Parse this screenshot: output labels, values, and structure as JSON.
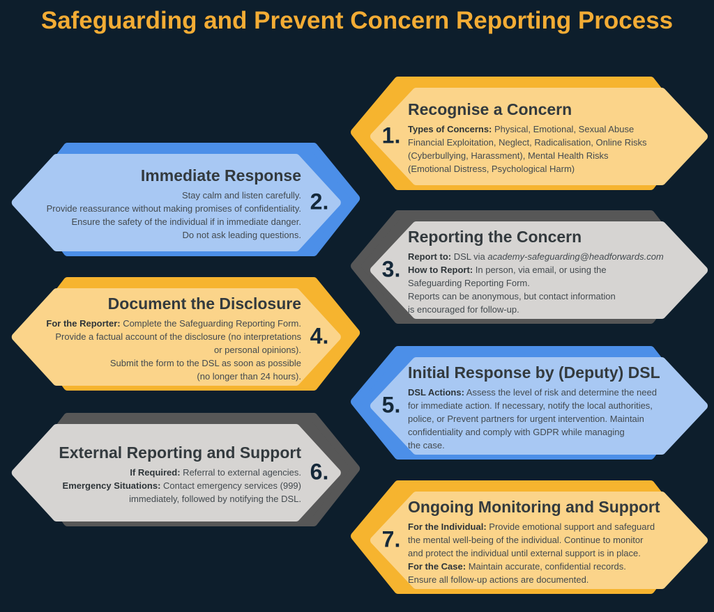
{
  "title": "Safeguarding and Prevent Concern Reporting Process",
  "colors": {
    "background": "#0d1e2c",
    "title_text": "#f3ac35",
    "yellow_back": "#f6b42f",
    "yellow_front": "#fbd48a",
    "blue_back": "#4c8fe8",
    "blue_front": "#a8c8f3",
    "gray_back": "#575757",
    "gray_front": "#d6d4d2",
    "number_text": "#15293a"
  },
  "steps": [
    {
      "number": "1.",
      "title": "Recognise a Concern",
      "color": "yellow",
      "side": "right",
      "body": [
        [
          {
            "t": "Types of Concerns:",
            "b": true
          },
          {
            "t": " Physical, Emotional, Sexual Abuse"
          }
        ],
        [
          {
            "t": "Financial Exploitation, Neglect, Radicalisation, Online Risks"
          }
        ],
        [
          {
            "t": "(Cyberbullying, Harassment), Mental Health Risks"
          }
        ],
        [
          {
            "t": "(Emotional Distress, Psychological Harm)"
          }
        ]
      ]
    },
    {
      "number": "2.",
      "title": "Immediate Response",
      "color": "blue",
      "side": "left",
      "body": [
        [
          {
            "t": "Stay calm and listen carefully."
          }
        ],
        [
          {
            "t": "Provide reassurance without making promises of confidentiality."
          }
        ],
        [
          {
            "t": "Ensure the safety of the individual if in immediate danger."
          }
        ],
        [
          {
            "t": "Do not ask leading questions."
          }
        ]
      ]
    },
    {
      "number": "3.",
      "title": "Reporting the Concern",
      "color": "gray",
      "side": "right",
      "body": [
        [
          {
            "t": "Report to:",
            "b": true
          },
          {
            "t": " DSL via "
          },
          {
            "t": "academy-safeguarding@headforwards.com",
            "i": true
          }
        ],
        [
          {
            "t": "How to Report:",
            "b": true
          },
          {
            "t": " In person, via email, or using the"
          }
        ],
        [
          {
            "t": "Safeguarding Reporting Form."
          }
        ],
        [
          {
            "t": "Reports can be anonymous, but contact information"
          }
        ],
        [
          {
            "t": "is encouraged for follow-up."
          }
        ]
      ]
    },
    {
      "number": "4.",
      "title": "Document the Disclosure",
      "color": "yellow",
      "side": "left",
      "body": [
        [
          {
            "t": "For the Reporter:",
            "b": true
          },
          {
            "t": " Complete the Safeguarding Reporting Form."
          }
        ],
        [
          {
            "t": "Provide a factual account of the disclosure (no interpretations"
          }
        ],
        [
          {
            "t": "or personal opinions)."
          }
        ],
        [
          {
            "t": "Submit the form to the DSL as soon as possible"
          }
        ],
        [
          {
            "t": "(no longer than 24 hours)."
          }
        ]
      ]
    },
    {
      "number": "5.",
      "title": "Initial Response by (Deputy) DSL",
      "color": "blue",
      "side": "right",
      "body": [
        [
          {
            "t": "DSL Actions:",
            "b": true
          },
          {
            "t": " Assess the level of risk and determine the need"
          }
        ],
        [
          {
            "t": "for immediate action. If necessary, notify the local authorities,"
          }
        ],
        [
          {
            "t": "police, or Prevent partners for urgent intervention. Maintain"
          }
        ],
        [
          {
            "t": "confidentiality and comply with GDPR while managing"
          }
        ],
        [
          {
            "t": "the case."
          }
        ]
      ]
    },
    {
      "number": "6.",
      "title": "External Reporting and Support",
      "color": "gray",
      "side": "left",
      "body": [
        [
          {
            "t": "If Required:",
            "b": true
          },
          {
            "t": " Referral to external agencies."
          }
        ],
        [
          {
            "t": "Emergency Situations:",
            "b": true
          },
          {
            "t": " Contact emergency services (999)"
          }
        ],
        [
          {
            "t": "immediately, followed by notifying the DSL."
          }
        ]
      ]
    },
    {
      "number": "7.",
      "title": "Ongoing Monitoring and Support",
      "color": "yellow",
      "side": "right",
      "body": [
        [
          {
            "t": "For the Individual:",
            "b": true
          },
          {
            "t": " Provide emotional support and safeguard"
          }
        ],
        [
          {
            "t": "the mental well-being of the individual. Continue to monitor"
          }
        ],
        [
          {
            "t": "and protect the individual until external support is in place."
          }
        ],
        [
          {
            "t": "For the Case:",
            "b": true
          },
          {
            "t": " Maintain accurate, confidential records."
          }
        ],
        [
          {
            "t": "Ensure all follow-up actions are documented."
          }
        ]
      ]
    }
  ]
}
